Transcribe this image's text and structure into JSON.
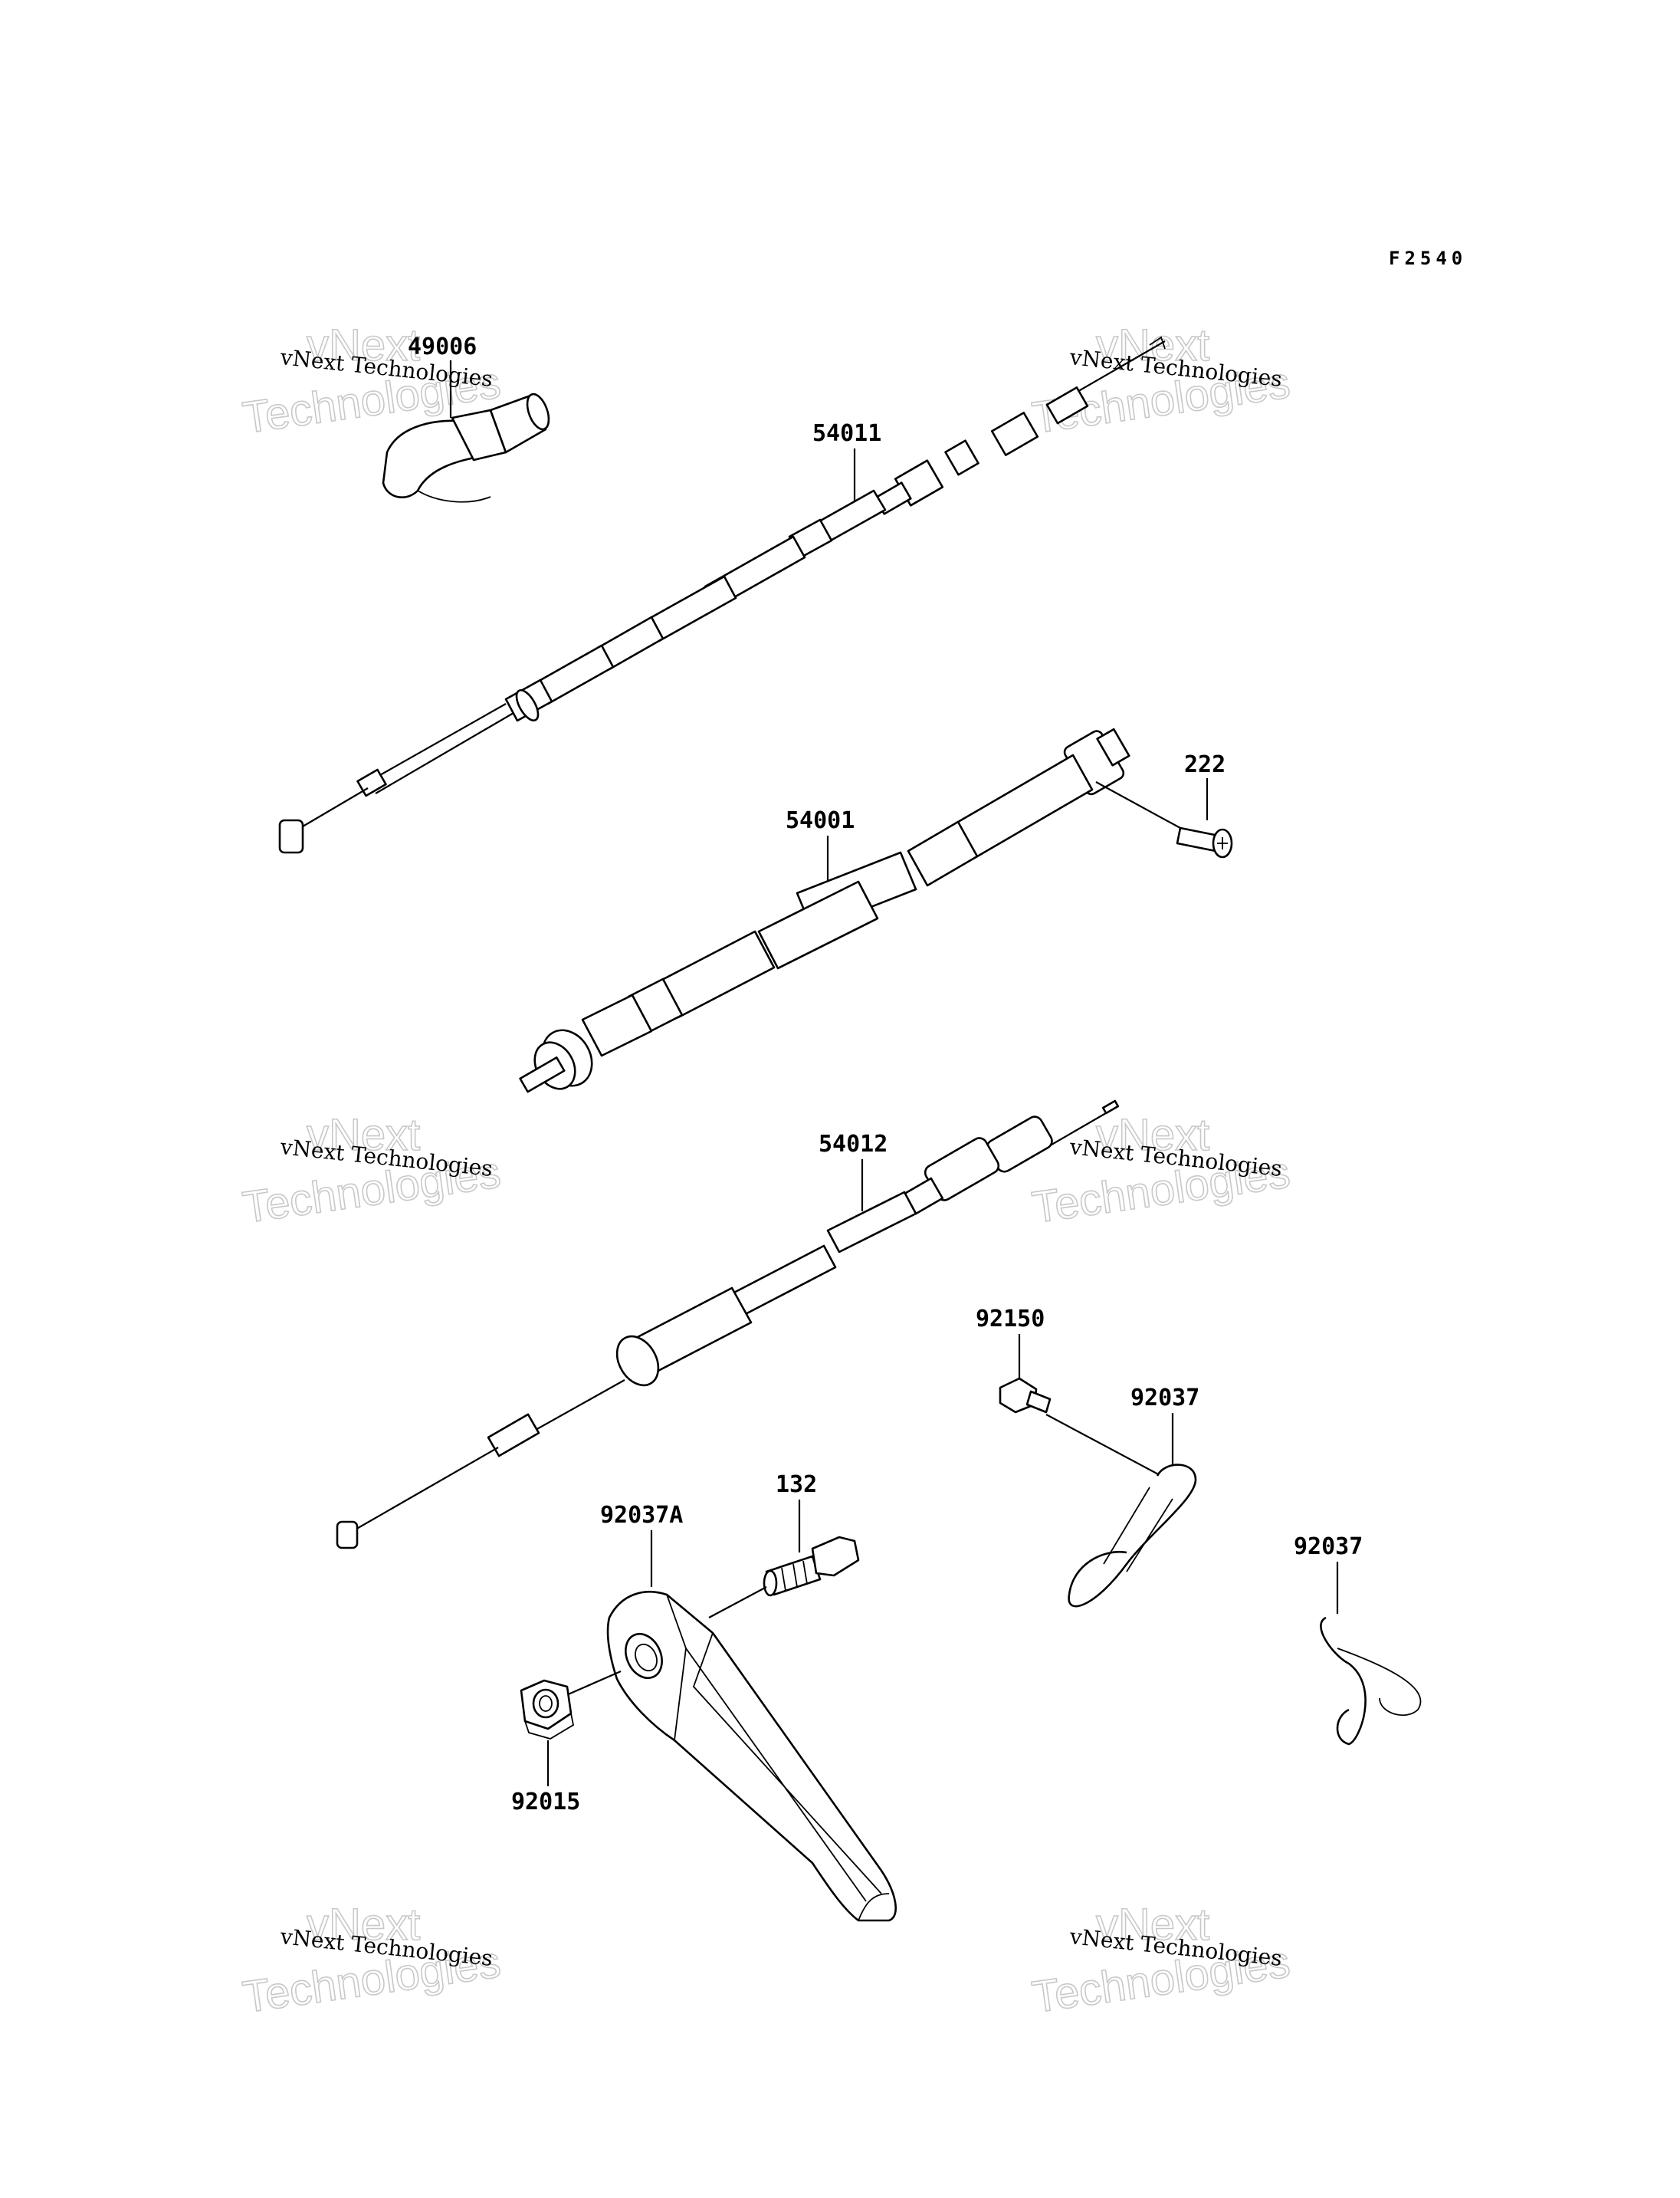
{
  "diagram": {
    "code": "F2540",
    "watermark": {
      "line1": "vNext Technologies",
      "line2": "Technologies",
      "ghost": "vNext"
    },
    "parts": [
      {
        "id": "49006",
        "label": "49006"
      },
      {
        "id": "54011",
        "label": "54011"
      },
      {
        "id": "222",
        "label": "222"
      },
      {
        "id": "54001",
        "label": "54001"
      },
      {
        "id": "54012",
        "label": "54012"
      },
      {
        "id": "92150",
        "label": "92150"
      },
      {
        "id": "92037-a",
        "label": "92037"
      },
      {
        "id": "92037-b",
        "label": "92037"
      },
      {
        "id": "132",
        "label": "132"
      },
      {
        "id": "92037A",
        "label": "92037A"
      },
      {
        "id": "92015",
        "label": "92015"
      }
    ]
  }
}
